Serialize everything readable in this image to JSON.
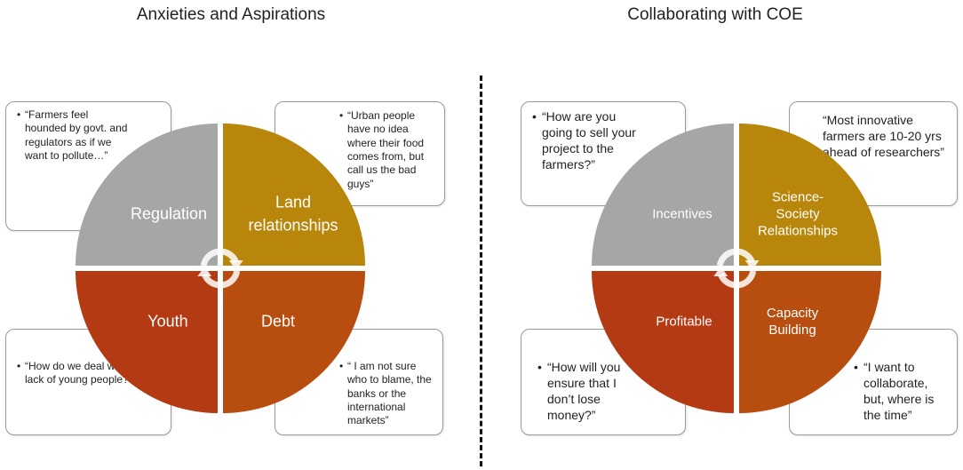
{
  "left": {
    "title": "Anxieties and Aspirations",
    "quadrants": [
      {
        "label_lines": [
          "Regulation"
        ],
        "color": "#a6a6a6"
      },
      {
        "label_lines": [
          "Land",
          "relationships"
        ],
        "color": "#b8860b"
      },
      {
        "label_lines": [
          "Youth"
        ],
        "color": "#b33a12"
      },
      {
        "label_lines": [
          "Debt"
        ],
        "color": "#b84d10"
      }
    ],
    "quotes": [
      "“Farmers feel hounded by govt. and regulators as if we want to pollute…”",
      "“Urban people have no idea where their food comes from, but call us the bad guys”",
      "“How do we deal with the lack of young people?”",
      "“ I am not sure who to blame, the banks or the international markets”"
    ]
  },
  "right": {
    "title": "Collaborating with COE",
    "quadrants": [
      {
        "label_lines": [
          "Incentives"
        ],
        "color": "#a6a6a6"
      },
      {
        "label_lines": [
          "Science-",
          "Society",
          "Relationships"
        ],
        "color": "#b8860b"
      },
      {
        "label_lines": [
          "Profitable"
        ],
        "color": "#b33a12"
      },
      {
        "label_lines": [
          "Capacity",
          "Building"
        ],
        "color": "#b84d10"
      }
    ],
    "quotes": [
      "“How are you going to sell your project to the farmers?”",
      "“Most innovative farmers are 10-20 yrs ahead of researchers”",
      "“How will you ensure that I don’t lose money?”",
      "“I want to collaborate, but, where is the time”"
    ]
  }
}
